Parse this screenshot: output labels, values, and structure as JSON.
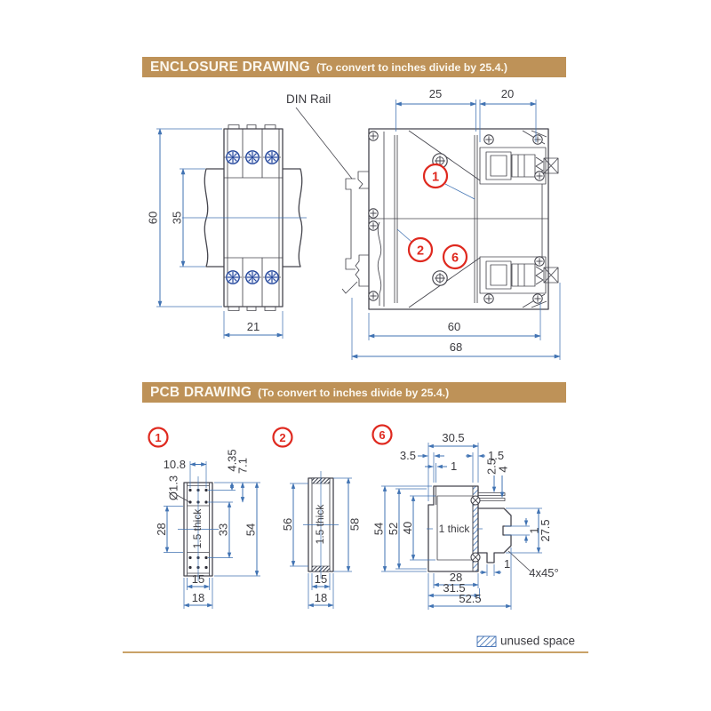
{
  "h1": {
    "title": "ENCLOSURE DRAWING",
    "sub": "(To convert to inches divide by 25.4.)"
  },
  "h2": {
    "title": "PCB DRAWING",
    "sub": "(To convert to inches divide by 25.4.)"
  },
  "colors": {
    "header_bg": "#be9258",
    "dim_blue": "#4173b3",
    "callout_red": "#df291f",
    "line_dark": "#45454d",
    "screw_blue": "#24479c",
    "rule_tan": "#c9a268"
  },
  "enc": {
    "din_rail": "DIN Rail",
    "f60": "60",
    "f35": "35",
    "f21": "21",
    "s25": "25",
    "s20": "20",
    "s60": "60",
    "s68": "68",
    "c1": "1",
    "c2": "2",
    "c6": "6"
  },
  "p1": {
    "c": "1",
    "pitch": "10.8",
    "hole": "Ø1.3",
    "d28": "28",
    "thick": "1.5 thick",
    "d33": "33",
    "d54": "54",
    "d435": "4.35",
    "d71": "7.1",
    "d15": "15",
    "d18": "18"
  },
  "p2": {
    "c": "2",
    "d56": "56",
    "thick": "1.5 thick",
    "d58": "58",
    "d15": "15",
    "d18": "18"
  },
  "p6": {
    "c": "6",
    "d305": "30.5",
    "d35": "3.5",
    "t1": "1",
    "d15": "1.5",
    "d25": "2.5",
    "d4": "4",
    "d54": "54",
    "d52": "52",
    "d40": "40",
    "thick": "1 thick",
    "d275": "27.5",
    "m1": "1",
    "b1": "1",
    "ch": "4x45°",
    "d28": "28",
    "d315": "31.5",
    "d525": "52.5"
  },
  "legend": {
    "label": "unused space"
  }
}
